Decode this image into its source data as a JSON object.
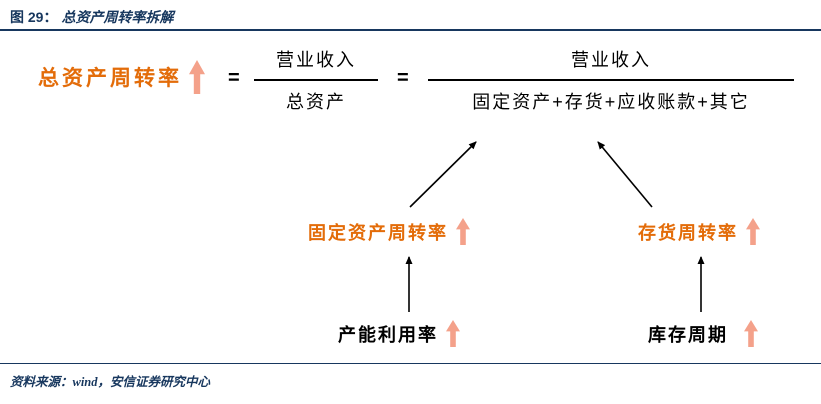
{
  "header": {
    "figure_label": "图 29：",
    "title": "总资产周转率拆解"
  },
  "formula": {
    "lhs": "总资产周转率",
    "equals": "=",
    "frac1": {
      "numerator": "营业收入",
      "denominator": "总资产"
    },
    "frac2": {
      "numerator": "营业收入",
      "denominator": "固定资产+存货+应收账款+其它"
    }
  },
  "nodes": {
    "fixed_asset_turnover": "固定资产周转率",
    "inventory_turnover": "存货周转率",
    "capacity_utilization": "产能利用率",
    "inventory_cycle": "库存周期"
  },
  "icons": {
    "trend_up": "up-arrow"
  },
  "footer": {
    "source": "资料来源：wind，安信证券研究中心"
  },
  "colors": {
    "navy": "#17375e",
    "orange": "#e36c09",
    "salmon": "#f4a18a",
    "text": "#000000"
  }
}
